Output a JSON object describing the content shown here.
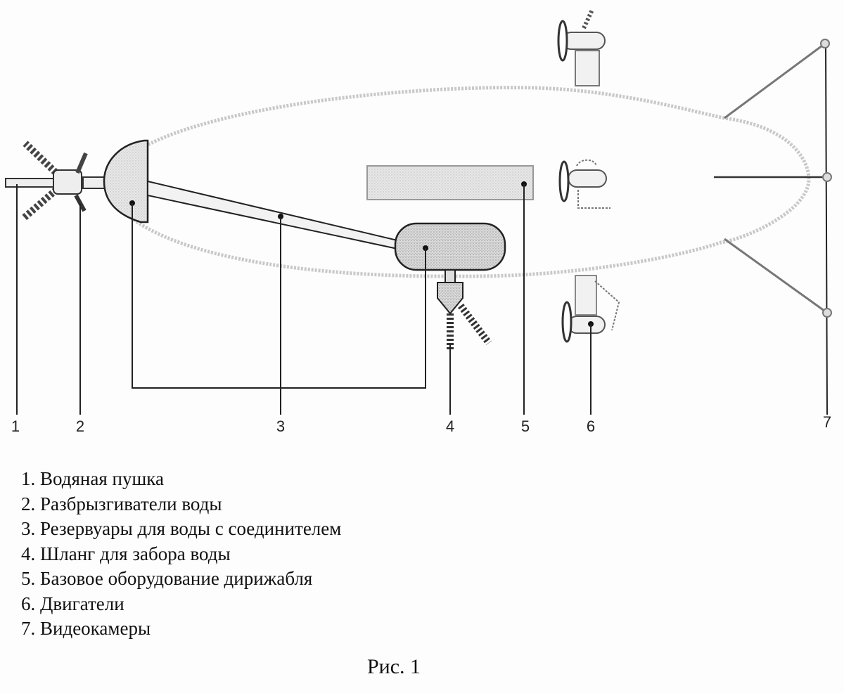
{
  "callouts": [
    "1",
    "2",
    "3",
    "4",
    "5",
    "6",
    "7"
  ],
  "legend": [
    "1. Водяная пушка",
    "2. Разбрызгиватели воды",
    "3. Резервуары для воды с соединителем",
    "4. Шланг для забора воды",
    "5. Базовое оборудование дирижабля",
    "6. Двигатели",
    "7. Видеокамеры"
  ],
  "caption": "Рис. 1"
}
